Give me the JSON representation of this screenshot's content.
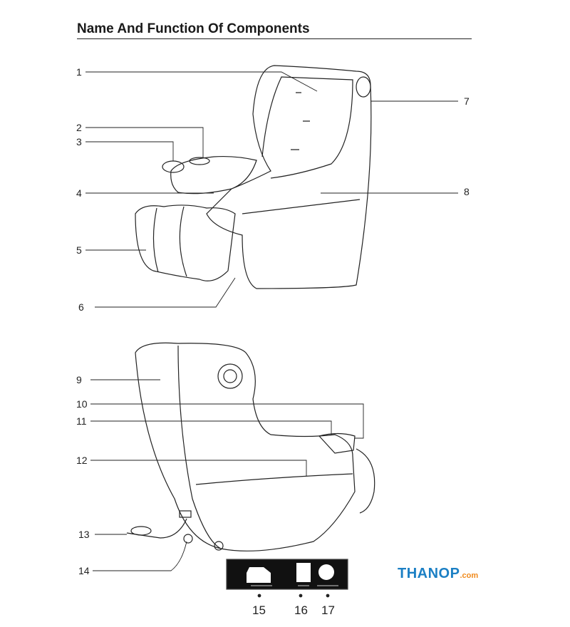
{
  "page": {
    "title": "Name And Function Of Components"
  },
  "labels": [
    "1",
    "2",
    "3",
    "4",
    "5",
    "6",
    "7",
    "8",
    "9",
    "10",
    "11",
    "12",
    "13",
    "14",
    "15",
    "16",
    "17"
  ],
  "logo": {
    "main": "THANOP",
    "suffix": ".com",
    "color": "#1b7fc4",
    "accent": "#f08a1c"
  }
}
